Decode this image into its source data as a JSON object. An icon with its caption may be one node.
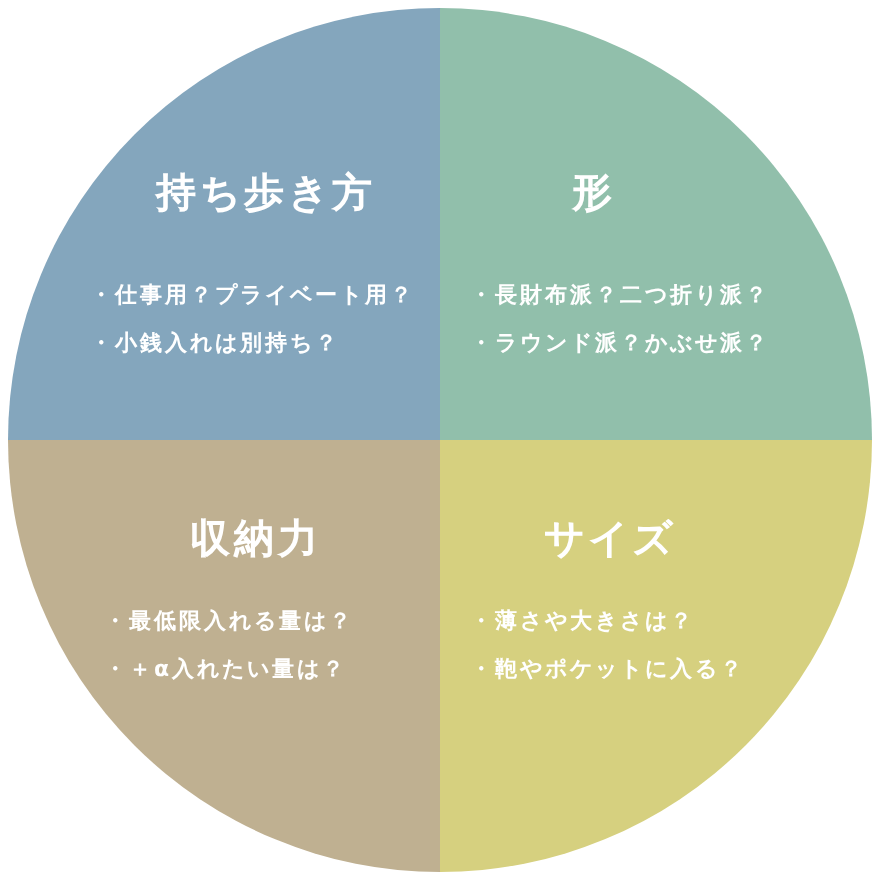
{
  "diagram": {
    "nodes": [
      {
        "text": [
          "持ち歩き方",
          "・仕事用？プライベート用？",
          "・小銭入れは別持ち？"
        ]
      },
      {
        "text": [
          "形",
          "・長財布派？二つ折り派？",
          "・ラウンド派？かぶせ派？"
        ]
      },
      {
        "text": [
          "収納力",
          "・最低限入れる量は？",
          "・＋α入れたい量は？"
        ]
      },
      {
        "text": [
          "サイズ",
          "・薄さや大きさは？",
          "・鞄やポケットに入る？"
        ]
      }
    ]
  }
}
